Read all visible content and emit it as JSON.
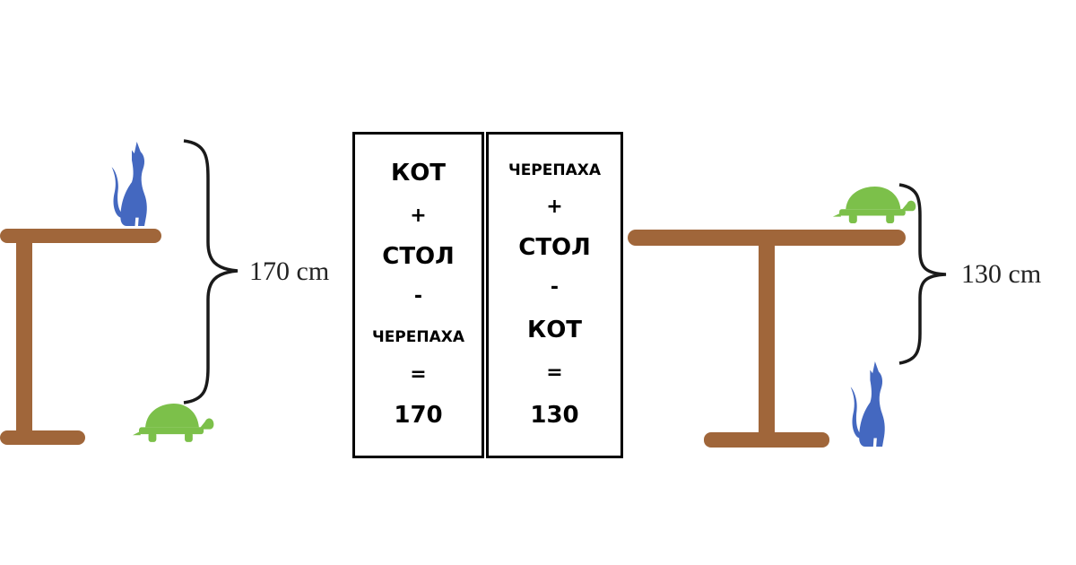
{
  "left_scene": {
    "height_label": "170 cm"
  },
  "right_scene": {
    "height_label": "130 cm"
  },
  "equation_left": {
    "lines": [
      "КОТ",
      "+",
      "СТОЛ",
      "-",
      "ЧЕРЕПАХА",
      "=",
      "170"
    ]
  },
  "equation_right": {
    "lines": [
      "ЧЕРЕПАХА",
      "+",
      "СТОЛ",
      "-",
      "КОТ",
      "=",
      "130"
    ]
  },
  "colors": {
    "table": "#a0663a",
    "cat": "#4468c0",
    "turtle": "#7cc04a",
    "brace": "#1a1a1a"
  },
  "icons": [
    "cat-icon",
    "turtle-icon",
    "table"
  ]
}
